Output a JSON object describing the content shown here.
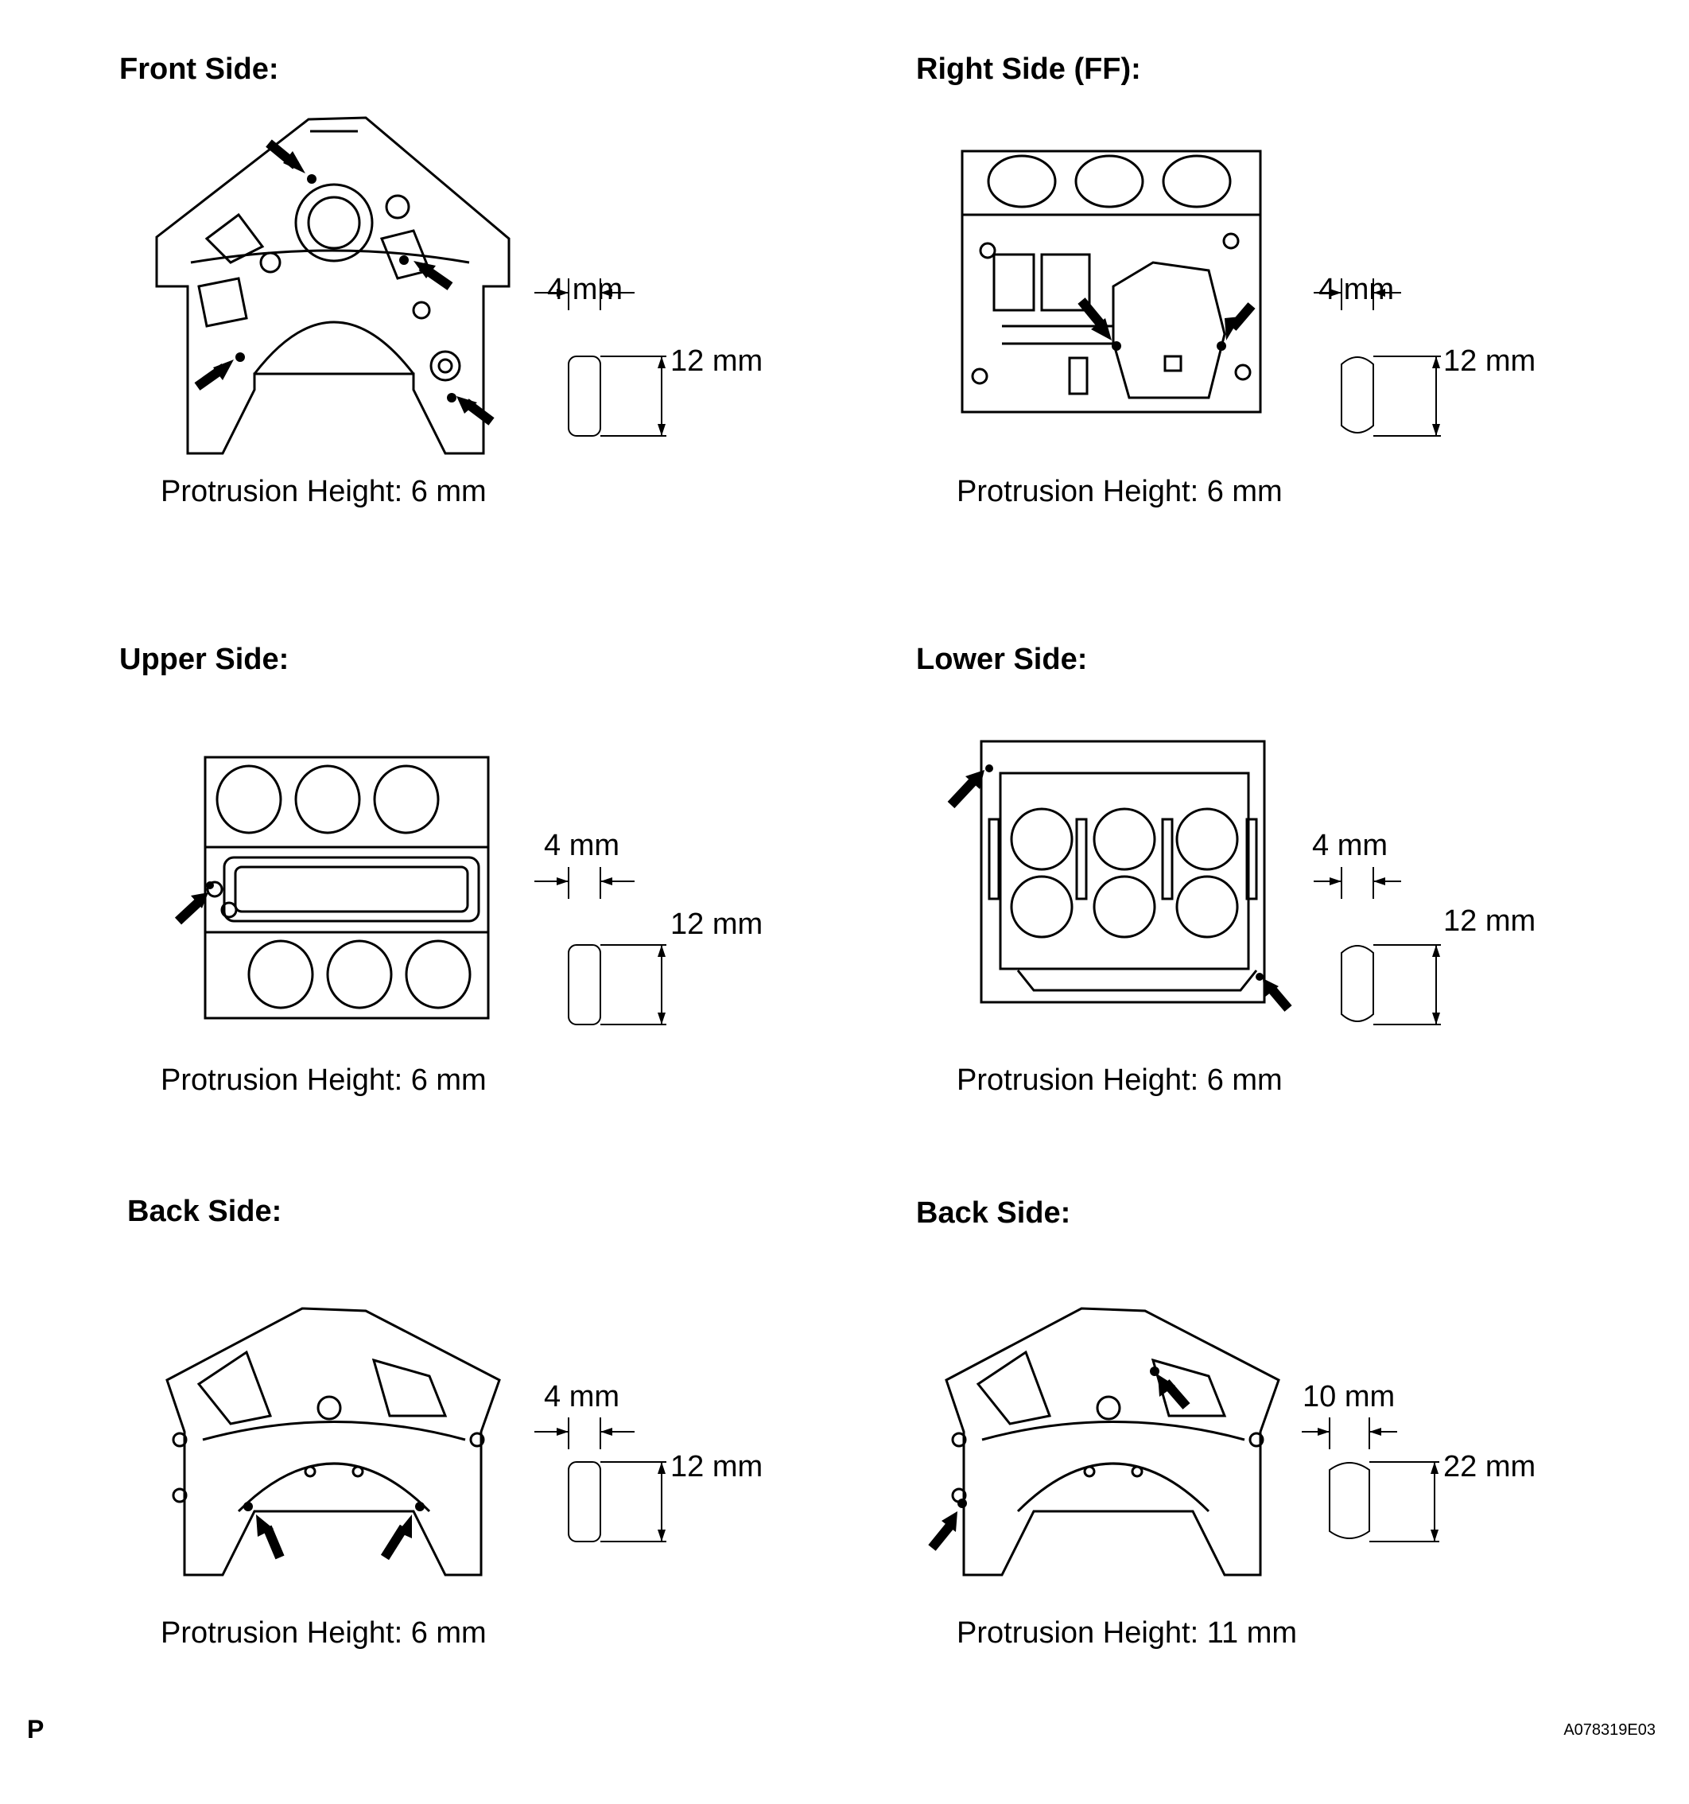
{
  "panels": [
    {
      "heading": "Front Side:",
      "caption": "Protrusion Height: 6 mm",
      "diameter": "4 mm",
      "length": "12 mm",
      "view": "front"
    },
    {
      "heading": "Right Side (FF):",
      "caption": "Protrusion Height: 6 mm",
      "diameter": "4 mm",
      "length": "12 mm",
      "view": "right"
    },
    {
      "heading": "Upper Side:",
      "caption": "Protrusion Height: 6 mm",
      "diameter": "4 mm",
      "length": "12 mm",
      "view": "upper"
    },
    {
      "heading": "Lower Side:",
      "caption": "Protrusion Height: 6 mm",
      "diameter": "4 mm",
      "length": "12 mm",
      "view": "lower"
    },
    {
      "heading": "Back Side:",
      "caption": "Protrusion Height: 6 mm",
      "diameter": "4 mm",
      "length": "12 mm",
      "view": "back"
    },
    {
      "heading": "Back Side:",
      "caption": "Protrusion Height: 11 mm",
      "diameter": "10 mm",
      "length": "22 mm",
      "view": "back2"
    }
  ],
  "footer": {
    "left": "P",
    "right": "A078319E03"
  }
}
